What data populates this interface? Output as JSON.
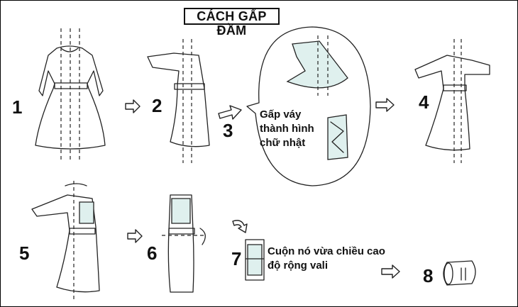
{
  "title": "CÁCH GẤP ĐẦM",
  "steps": [
    "1",
    "2",
    "3",
    "4",
    "5",
    "6",
    "7",
    "8"
  ],
  "bubble_text": [
    "Gấp váy",
    "thành hình",
    "chữ nhật"
  ],
  "step7_text": [
    "Cuộn nó vừa chiều cao",
    "độ rộng vali"
  ],
  "colors": {
    "line": "#222222",
    "accent": "#dff0ee"
  }
}
